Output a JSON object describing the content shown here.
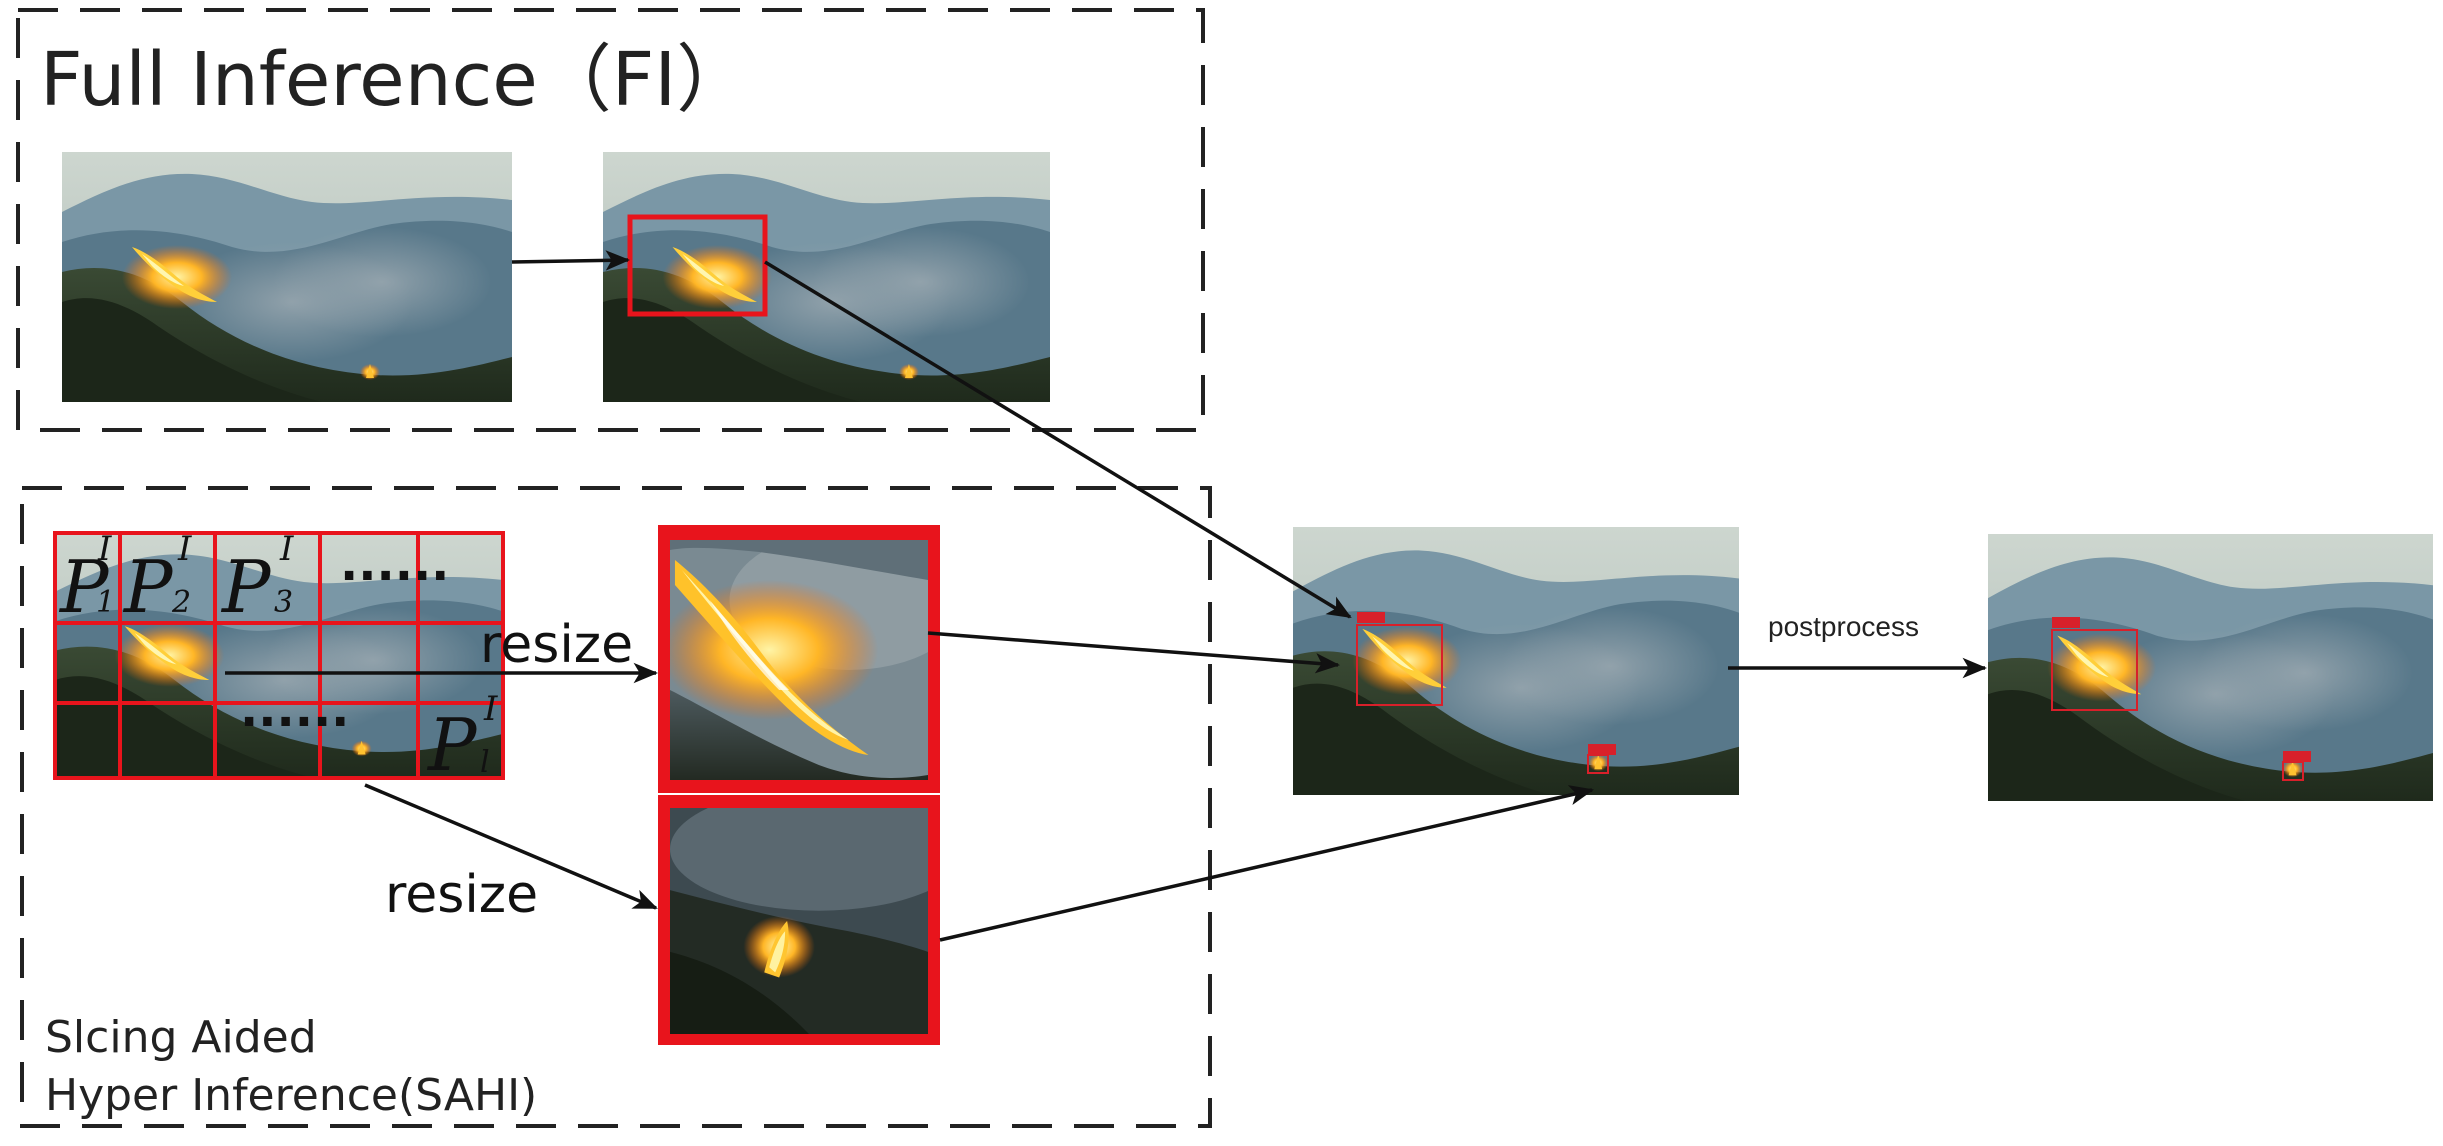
{
  "fi_title": "Full Inference（FI）",
  "sahi_title_line1": "Slcing Aided",
  "sahi_title_line2": "Hyper Inference(SAHI)",
  "resize_upper": "resize",
  "resize_lower": "resize",
  "postprocess_label": "postprocess",
  "patch_symbol": "P",
  "patch_superscript": "I",
  "patch_subscripts": [
    "1",
    "2",
    "3",
    "l"
  ],
  "ellipsis_top": "······",
  "ellipsis_bottom": "······",
  "colors": {
    "sky": "#c9d3cc",
    "mountain_far": "#6f8ea0",
    "mountain_mid": "#4a6878",
    "ground": "#2c3a28",
    "fire": "#ffb020",
    "fire_core": "#fff3a0",
    "box_red": "#e8141c",
    "detect_red": "#d8202a",
    "dash": "#222222",
    "arrow": "#111111"
  },
  "icons": [
    "arrow-head-icon"
  ]
}
